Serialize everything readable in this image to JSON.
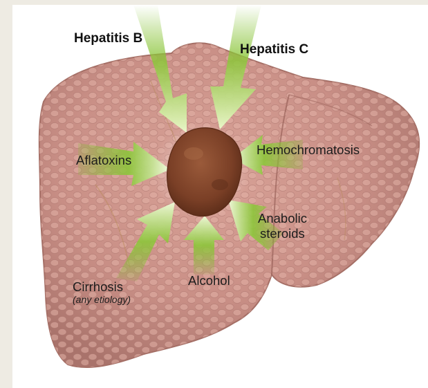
{
  "labels": {
    "hepatitis_b": "Hepatitis B",
    "hepatitis_c": "Hepatitis C",
    "aflatoxins": "Aflatoxins",
    "hemochromatosis": "Hemochromatosis",
    "anabolic_steroids_line1": "Anabolic",
    "anabolic_steroids_line2": "steroids",
    "cirrhosis": "Cirrhosis",
    "cirrhosis_note": "(any etiology)",
    "alcohol": "Alcohol"
  },
  "colors": {
    "page_background": "#eeebe3",
    "liver_fill": "#c98f86",
    "liver_outline": "#a56f66",
    "tumor": "#7a3f26",
    "arrow_green": "#7fbf2a",
    "label_text": "#1c1c1c"
  }
}
